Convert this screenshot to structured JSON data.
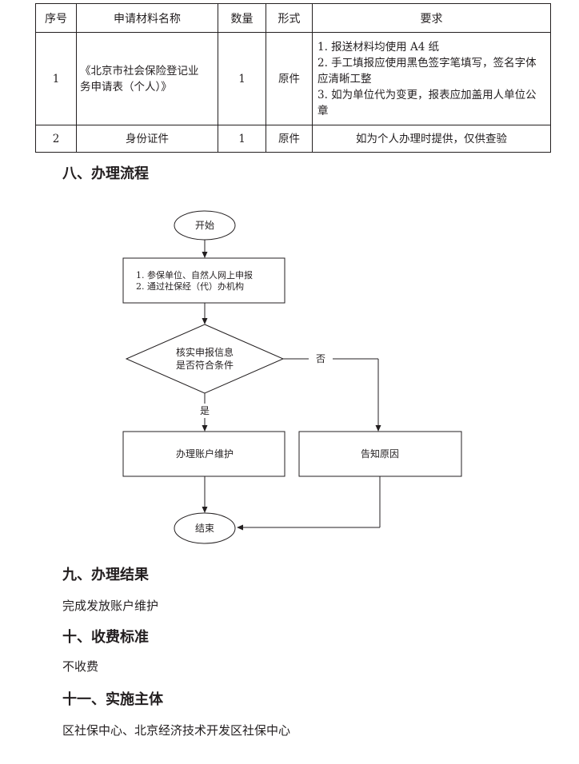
{
  "table": {
    "headers": [
      "序号",
      "申请材料名称",
      "数量",
      "形式",
      "要求"
    ],
    "rows": [
      {
        "no": "1",
        "name": "《北京市社会保险登记业务申请表（个人）》",
        "qty": "1",
        "form": "原件",
        "req": [
          "1. 报送材料均使用 A4 纸",
          "2. 手工填报应使用黑色签字笔填写，签名字体应清晰工整",
          "3. 如为单位代为变更，报表应加盖用人单位公章"
        ]
      },
      {
        "no": "2",
        "name": "身份证件",
        "qty": "1",
        "form": "原件",
        "req": [
          "如为个人办理时提供，仅供查验"
        ]
      }
    ]
  },
  "sections": {
    "process": {
      "title": "八、办理流程"
    },
    "result": {
      "title": "九、办理结果",
      "text": "完成发放账户维护"
    },
    "fee": {
      "title": "十、收费标准",
      "text": "不收费"
    },
    "subject": {
      "title": "十一、实施主体",
      "text": "区社保中心、北京经济技术开发区社保中心"
    }
  },
  "flowchart": {
    "start": "开始",
    "step1_line1": "1. 参保单位、自然人网上申报",
    "step1_line2": "2. 通过社保经（代）办机构",
    "decision_line1": "核实申报信息",
    "decision_line2": "是否符合条件",
    "no_label": "否",
    "yes_label": "是",
    "yes_action": "办理账户维护",
    "no_action": "告知原因",
    "end": "结束"
  }
}
